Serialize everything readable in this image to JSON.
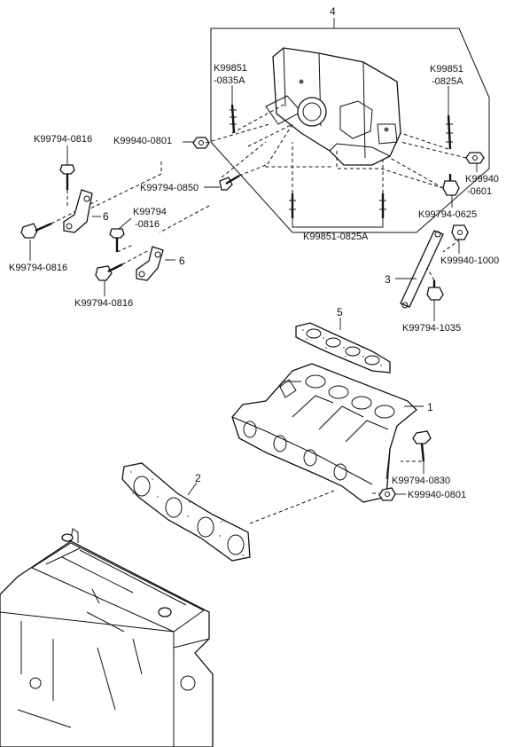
{
  "callouts": {
    "item_1": "1",
    "item_2": "2",
    "item_3": "3",
    "item_4": "4",
    "item_5": "5",
    "item_6_upper": "6",
    "item_6_lower": "6"
  },
  "labels": {
    "k99851_0835a_line1": "K99851",
    "k99851_0835a_line2": "-0835A",
    "k99851_0825a_line1": "K99851",
    "k99851_0825a_line2": "-0825A",
    "k99794_0816_top": "K99794-0816",
    "k99940_0801_upper": "K99940-0801",
    "k99794_0850": "K99794-0850",
    "k99794_0816_mid_line1": "K99794",
    "k99794_0816_mid_line2": "-0816",
    "k99794_0816_left": "K99794-0816",
    "k99794_0816_bottom": "K99794-0816",
    "k99940_0601_line1": "K99940",
    "k99940_0601_line2": "-0601",
    "k99794_0625": "K99794-0625",
    "k99851_0825a_bottom": "K99851-0825A",
    "k99940_1000": "K99940-1000",
    "k99794_1035": "K99794-1035",
    "k99794_0830": "K99794-0830",
    "k99940_0801_lower": "K99940-0801"
  },
  "colors": {
    "ink": "#111111",
    "paper": "#ffffff",
    "shade": "#555555"
  },
  "icons": {
    "bolt": "hex-head-bolt",
    "nut": "hex-nut"
  }
}
